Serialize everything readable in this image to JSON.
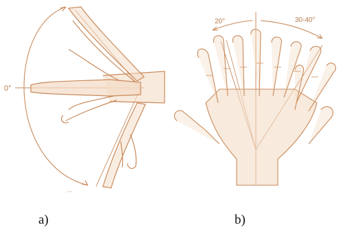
{
  "panel_a": {
    "caption": "a)",
    "angle_label": "0°",
    "bottom_label_fragment": "..."
  },
  "panel_b": {
    "caption": "b)",
    "left_angle_label": "20°",
    "right_angle_label": "30-40°"
  },
  "colors": {
    "line": "#c98a5a",
    "fill": "#f3dcc6",
    "ink": "#b7794a",
    "caption": "#111111"
  }
}
